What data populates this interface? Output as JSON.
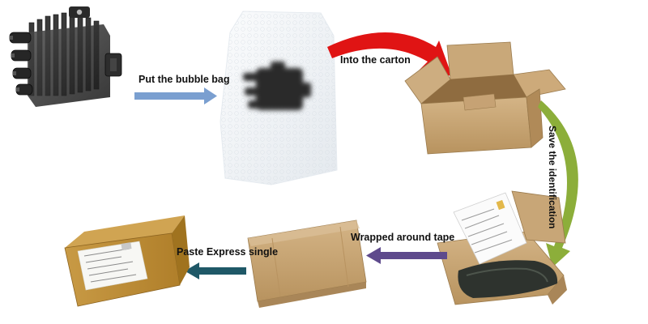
{
  "steps": {
    "bubble_bag": "Put the bubble bag",
    "into_carton": "Into the carton",
    "save_identification": "Save the identification",
    "wrapped_tape": "Wrapped around tape",
    "paste_express": "Paste Express single"
  },
  "colors": {
    "arrow_blue": "#7a9fd0",
    "arrow_red": "#e01414",
    "arrow_green": "#8cae3a",
    "arrow_purple": "#5e4a8c",
    "arrow_teal": "#1f5867",
    "cardboard": "#c8a678",
    "cardboard_dark": "#a9875a",
    "part_black": "#2b2b2b"
  },
  "icons": {
    "ignition_coil": "ignition-coil-icon",
    "bubble_bag": "bubble-bag-icon",
    "open_carton": "open-carton-icon",
    "packed_box": "packed-box-icon",
    "taped_box": "taped-box-icon",
    "labeled_box": "labeled-box-icon"
  }
}
